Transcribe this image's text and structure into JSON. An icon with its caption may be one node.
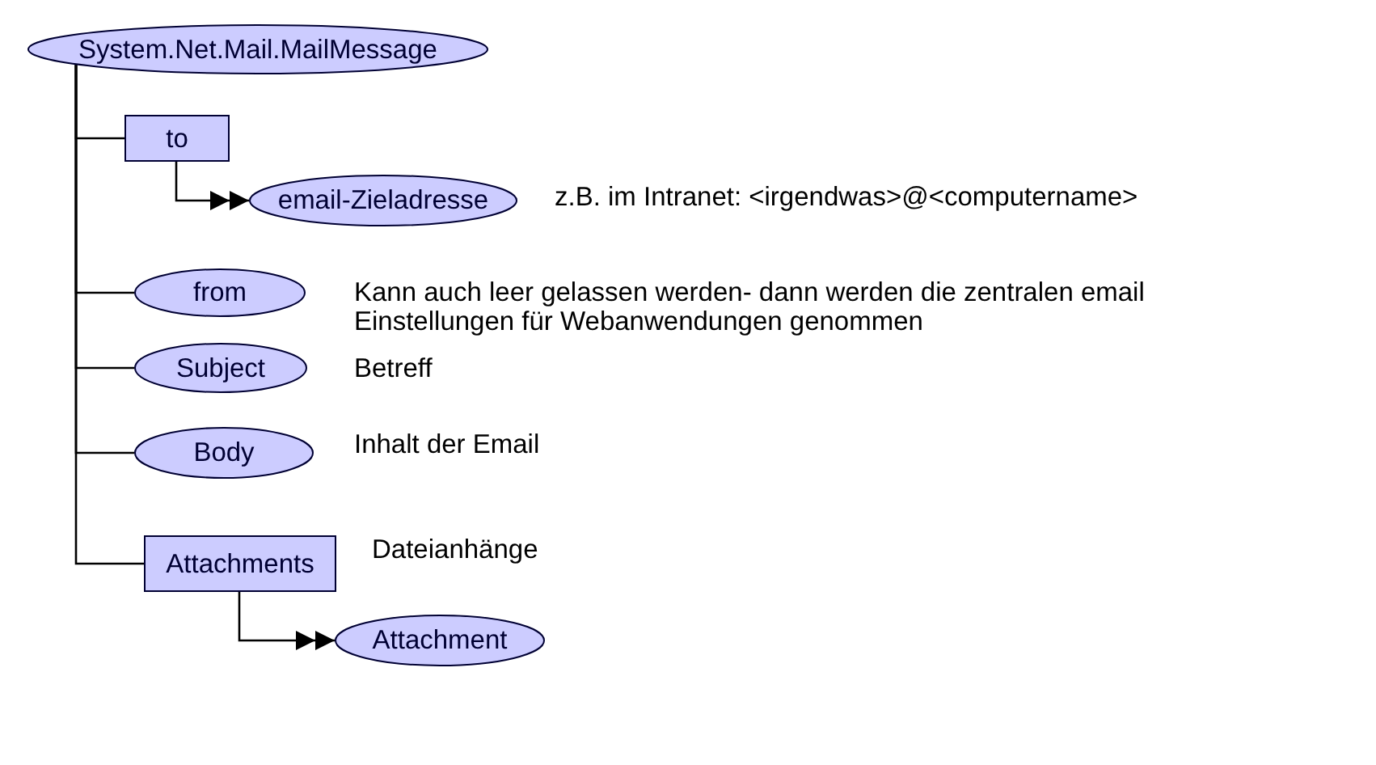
{
  "diagram": {
    "nodes": [
      {
        "text": [
          "System.Net.Mail.MailMessage"
        ]
      },
      {
        "text": [
          "to"
        ]
      },
      {
        "text": [
          "email-Zieladresse"
        ],
        "beside": [
          "z.B. im Intranet: <irgendwas>@<computername>"
        ]
      },
      {
        "text": [
          "from"
        ],
        "beside": [
          "Kann auch leer gelassen werden- dann werden die zentralen email Einstellungen für Webanwendungen genommen"
        ]
      },
      {
        "text": [
          "Subject"
        ],
        "beside": [
          "Betreff"
        ]
      },
      {
        "text": [
          "Body"
        ],
        "beside": [
          "Inhalt der Email"
        ]
      },
      {
        "text": [
          "Attachments"
        ],
        "beside": [
          "Dateianhänge"
        ]
      },
      {
        "text": [
          "Attachment"
        ]
      }
    ],
    "edges": [
      {
        "from": 0,
        "to": 1,
        "arrow": "none"
      },
      {
        "from": 1,
        "to": 2,
        "arrow": "to"
      },
      {
        "from": 0,
        "to": 3,
        "arrow": "none"
      },
      {
        "from": 0,
        "to": 4,
        "arrow": "none"
      },
      {
        "from": 0,
        "to": 5,
        "arrow": "none"
      },
      {
        "from": 0,
        "to": 6,
        "arrow": "none"
      },
      {
        "from": 6,
        "to": 7,
        "arrow": "to"
      }
    ]
  }
}
